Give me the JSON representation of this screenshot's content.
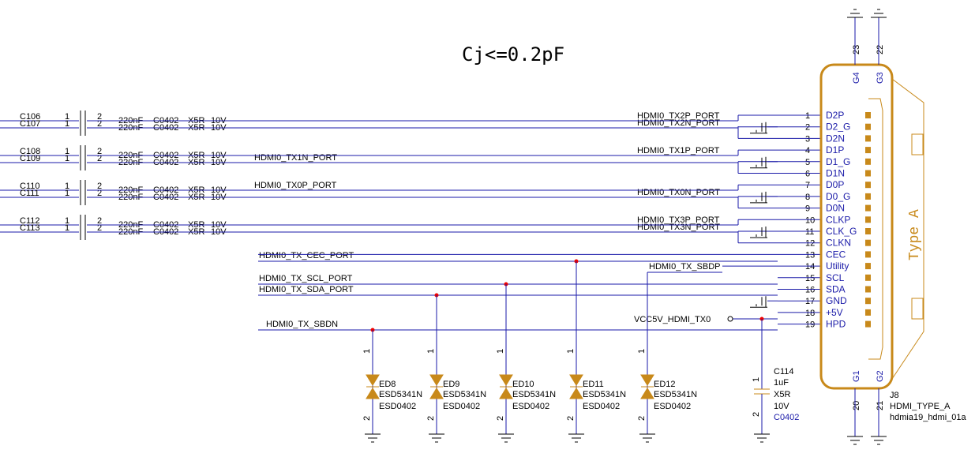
{
  "title": "Cj<=0.2pF",
  "caps": [
    {
      "ref": "C106",
      "p1": "1",
      "p2": "2",
      "value": "220nF",
      "pkg": "C0402",
      "dielectric": "X5R",
      "voltage": "10V"
    },
    {
      "ref": "C107",
      "p1": "1",
      "p2": "2",
      "value": "220nF",
      "pkg": "C0402",
      "dielectric": "X5R",
      "voltage": "10V"
    },
    {
      "ref": "C108",
      "p1": "1",
      "p2": "2",
      "value": "220nF",
      "pkg": "C0402",
      "dielectric": "X5R",
      "voltage": "10V"
    },
    {
      "ref": "C109",
      "p1": "1",
      "p2": "2",
      "value": "220nF",
      "pkg": "C0402",
      "dielectric": "X5R",
      "voltage": "10V"
    },
    {
      "ref": "C110",
      "p1": "1",
      "p2": "2",
      "value": "220nF",
      "pkg": "C0402",
      "dielectric": "X5R",
      "voltage": "10V"
    },
    {
      "ref": "C111",
      "p1": "1",
      "p2": "2",
      "value": "220nF",
      "pkg": "C0402",
      "dielectric": "X5R",
      "voltage": "10V"
    },
    {
      "ref": "C112",
      "p1": "1",
      "p2": "2",
      "value": "220nF",
      "pkg": "C0402",
      "dielectric": "X5R",
      "voltage": "10V"
    },
    {
      "ref": "C113",
      "p1": "1",
      "p2": "2",
      "value": "220nF",
      "pkg": "C0402",
      "dielectric": "X5R",
      "voltage": "10V"
    }
  ],
  "nets": {
    "tx2p": "HDMI0_TX2P_PORT",
    "tx2n": "HDMI0_TX2N_PORT",
    "tx1p": "HDMI0_TX1P_PORT",
    "tx1n": "HDMI0_TX1N_PORT",
    "tx0p": "HDMI0_TX0P_PORT",
    "tx0n": "HDMI0_TX0N_PORT",
    "tx3p": "HDMI0_TX3P_PORT",
    "tx3n": "HDMI0_TX3N_PORT",
    "cec": "HDMI0_TX_CEC_PORT",
    "sbdp": "HDMI0_TX_SBDP",
    "scl": "HDMI0_TX_SCL_PORT",
    "sda": "HDMI0_TX_SDA_PORT",
    "sbdn": "HDMI0_TX_SBDN",
    "vcc": "VCC5V_HDMI_TX0"
  },
  "connector": {
    "ref": "J8",
    "part": "HDMI_TYPE_A",
    "footprint": "hdmia19_hdmi_01a",
    "type_label": "Type A",
    "pins": [
      {
        "num": "1",
        "name": "D2P"
      },
      {
        "num": "2",
        "name": "D2_G"
      },
      {
        "num": "3",
        "name": "D2N"
      },
      {
        "num": "4",
        "name": "D1P"
      },
      {
        "num": "5",
        "name": "D1_G"
      },
      {
        "num": "6",
        "name": "D1N"
      },
      {
        "num": "7",
        "name": "D0P"
      },
      {
        "num": "8",
        "name": "D0_G"
      },
      {
        "num": "9",
        "name": "D0N"
      },
      {
        "num": "10",
        "name": "CLKP"
      },
      {
        "num": "11",
        "name": "CLK_G"
      },
      {
        "num": "12",
        "name": "CLKN"
      },
      {
        "num": "13",
        "name": "CEC"
      },
      {
        "num": "14",
        "name": "Utility"
      },
      {
        "num": "15",
        "name": "SCL"
      },
      {
        "num": "16",
        "name": "SDA"
      },
      {
        "num": "17",
        "name": "GND"
      },
      {
        "num": "18",
        "name": "+5V"
      },
      {
        "num": "19",
        "name": "HPD"
      }
    ],
    "shield_top": [
      {
        "num": "23",
        "name": "G4"
      },
      {
        "num": "22",
        "name": "G3"
      }
    ],
    "shield_bottom": [
      {
        "num": "20",
        "name": "G1"
      },
      {
        "num": "21",
        "name": "G2"
      }
    ]
  },
  "esd": [
    {
      "ref": "ED8",
      "part": "ESD5341N",
      "pkg": "ESD0402",
      "p1": "1",
      "p2": "2"
    },
    {
      "ref": "ED9",
      "part": "ESD5341N",
      "pkg": "ESD0402",
      "p1": "1",
      "p2": "2"
    },
    {
      "ref": "ED10",
      "part": "ESD5341N",
      "pkg": "ESD0402",
      "p1": "1",
      "p2": "2"
    },
    {
      "ref": "ED11",
      "part": "ESD5341N",
      "pkg": "ESD0402",
      "p1": "1",
      "p2": "2"
    },
    {
      "ref": "ED12",
      "part": "ESD5341N",
      "pkg": "ESD0402",
      "p1": "1",
      "p2": "2"
    }
  ],
  "c114": {
    "ref": "C114",
    "value": "1uF",
    "dielectric": "X5R",
    "voltage": "10V",
    "pkg": "C0402",
    "p1": "1",
    "p2": "2"
  }
}
